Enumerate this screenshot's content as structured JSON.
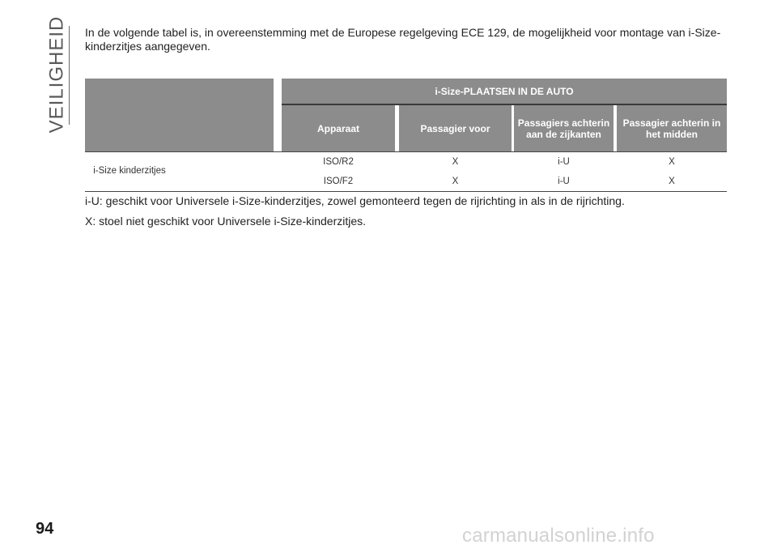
{
  "section": {
    "title": "VEILIGHEID"
  },
  "intro": "In de volgende tabel is, in overeenstemming met de Europese regelgeving ECE 129, de mogelijkheid voor montage van i-Size-kinderzitjes aangegeven.",
  "table": {
    "group_header": "i-Size-PLAATSEN IN DE AUTO",
    "columns": [
      "Apparaat",
      "Passagier voor",
      "Passagiers achterin aan de zijkanten",
      "Passagier achterin in het midden"
    ],
    "row_label": "i-Size kinderzitjes",
    "rows": [
      {
        "device": "ISO/R2",
        "front": "X",
        "rear_sides": "i-U",
        "rear_middle": "X"
      },
      {
        "device": "ISO/F2",
        "front": "X",
        "rear_sides": "i-U",
        "rear_middle": "X"
      }
    ]
  },
  "notes": [
    "i-U: geschikt voor Universele i-Size-kinderzitjes, zowel gemonteerd tegen de rijrichting in als in de rijrichting.",
    "X: stoel niet geschikt voor Universele i-Size-kinderzitjes."
  ],
  "page_number": "94",
  "watermark": "carmanualsonline.info"
}
